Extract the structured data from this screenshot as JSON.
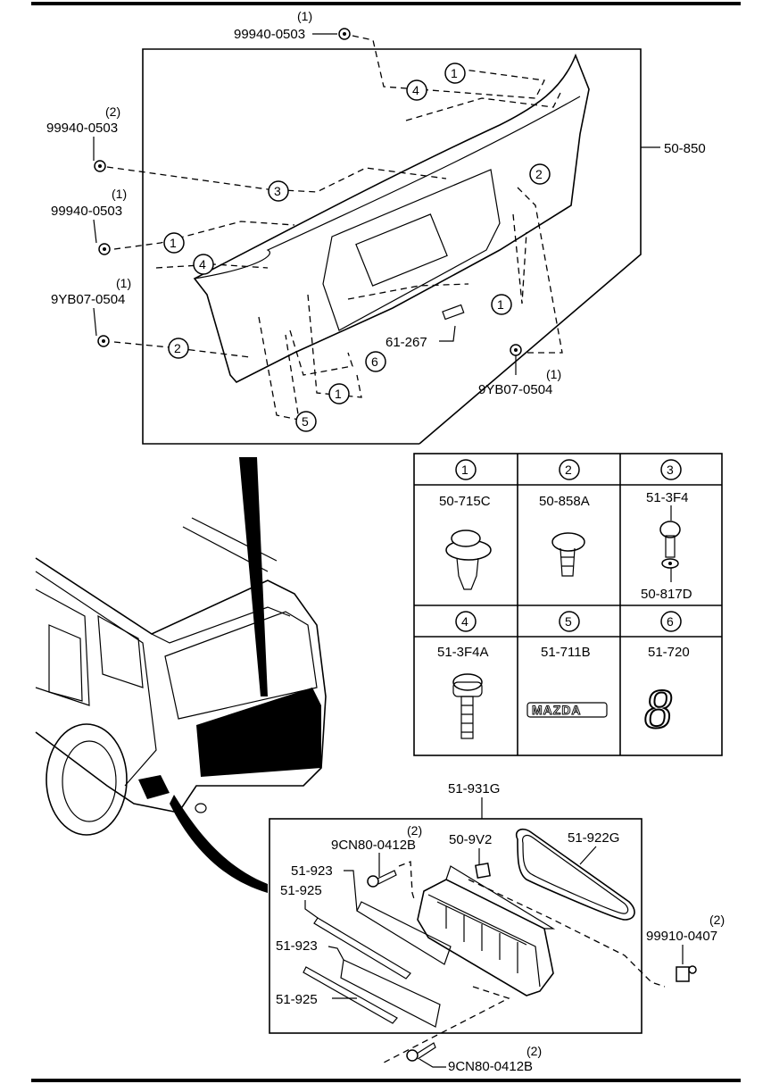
{
  "main_assembly": {
    "part_number": "50-850",
    "fasteners": [
      {
        "part": "99940-0503",
        "qty": "(1)"
      },
      {
        "part": "99940-0503",
        "qty": "(2)"
      },
      {
        "part": "99940-0503",
        "qty": "(1)"
      },
      {
        "part": "9YB07-0504",
        "qty": "(1)"
      },
      {
        "part": "9YB07-0504",
        "qty": "(1)"
      }
    ],
    "pin_part": "61-267",
    "callouts": [
      "1",
      "4",
      "2",
      "3",
      "1",
      "4",
      "1",
      "2",
      "6",
      "1",
      "5"
    ]
  },
  "legend_table": {
    "cells": [
      {
        "num": "1",
        "part": "50-715C"
      },
      {
        "num": "2",
        "part": "50-858A"
      },
      {
        "num": "3",
        "part": "51-3F4",
        "sub_part": "50-817D"
      },
      {
        "num": "4",
        "part": "51-3F4A"
      },
      {
        "num": "5",
        "part": "51-711B",
        "emblem": "mazda"
      },
      {
        "num": "6",
        "part": "51-720",
        "emblem": "8"
      }
    ]
  },
  "lamp_assembly": {
    "part_number": "51-931G",
    "screw_top": {
      "part": "9CN80-0412B",
      "qty": "(2)"
    },
    "clip": "50-9V2",
    "gasket": "51-922G",
    "lens_1": "51-923",
    "socket_1": "51-925",
    "lens_2": "51-923",
    "socket_2": "51-925",
    "nut": {
      "part": "99910-0407",
      "qty": "(2)"
    },
    "screw_bottom": {
      "part": "9CN80-0412B",
      "qty": "(2)"
    }
  }
}
